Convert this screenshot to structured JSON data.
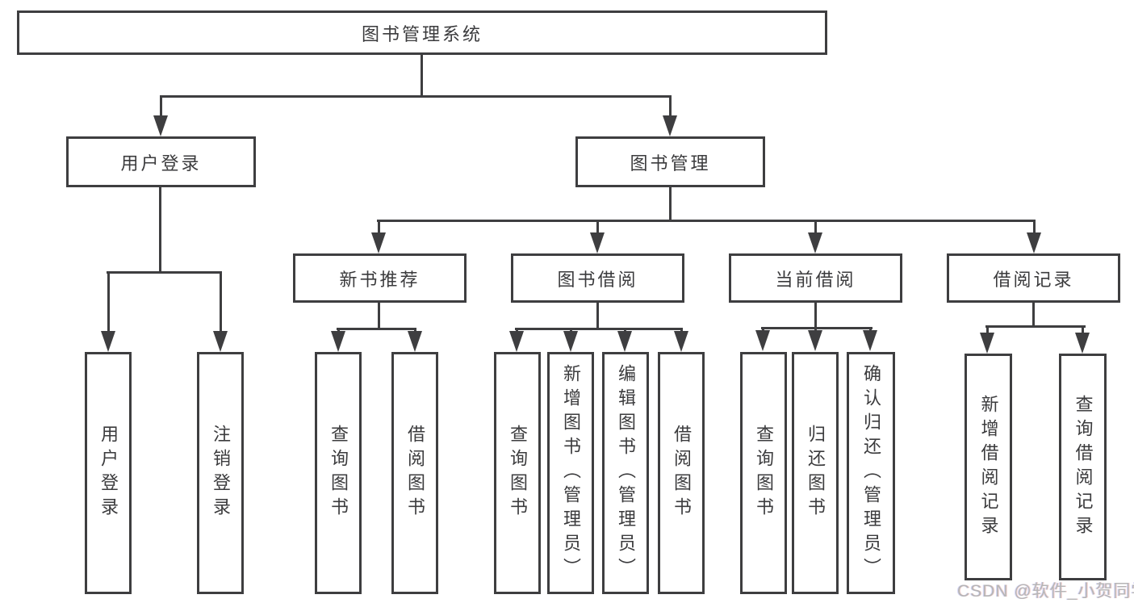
{
  "diagram": {
    "root": {
      "label": "图书管理系统"
    },
    "branches": [
      {
        "id": "user-login",
        "label": "用户登录",
        "children": [
          {
            "label": "用户登录"
          },
          {
            "label": "注销登录"
          }
        ]
      },
      {
        "id": "book-management",
        "label": "图书管理",
        "groups": [
          {
            "label": "新书推荐",
            "children": [
              {
                "label": "查询图书"
              },
              {
                "label": "借阅图书"
              }
            ]
          },
          {
            "label": "图书借阅",
            "children": [
              {
                "label": "查询图书"
              },
              {
                "label": "新增图书（管理员）"
              },
              {
                "label": "编辑图书（管理员）"
              },
              {
                "label": "借阅图书"
              }
            ]
          },
          {
            "label": "当前借阅",
            "children": [
              {
                "label": "查询图书"
              },
              {
                "label": "归还图书"
              },
              {
                "label": "确认归还（管理员）"
              }
            ]
          },
          {
            "label": "借阅记录",
            "children": [
              {
                "label": "新增借阅记录"
              },
              {
                "label": "查询借阅记录"
              }
            ]
          }
        ]
      }
    ]
  },
  "colors": {
    "line": "#3e3e40",
    "text": "#3b3b3d",
    "watermark": "#b2b2b2"
  },
  "watermark": {
    "text": "CSDN @软件_小贺同学"
  }
}
